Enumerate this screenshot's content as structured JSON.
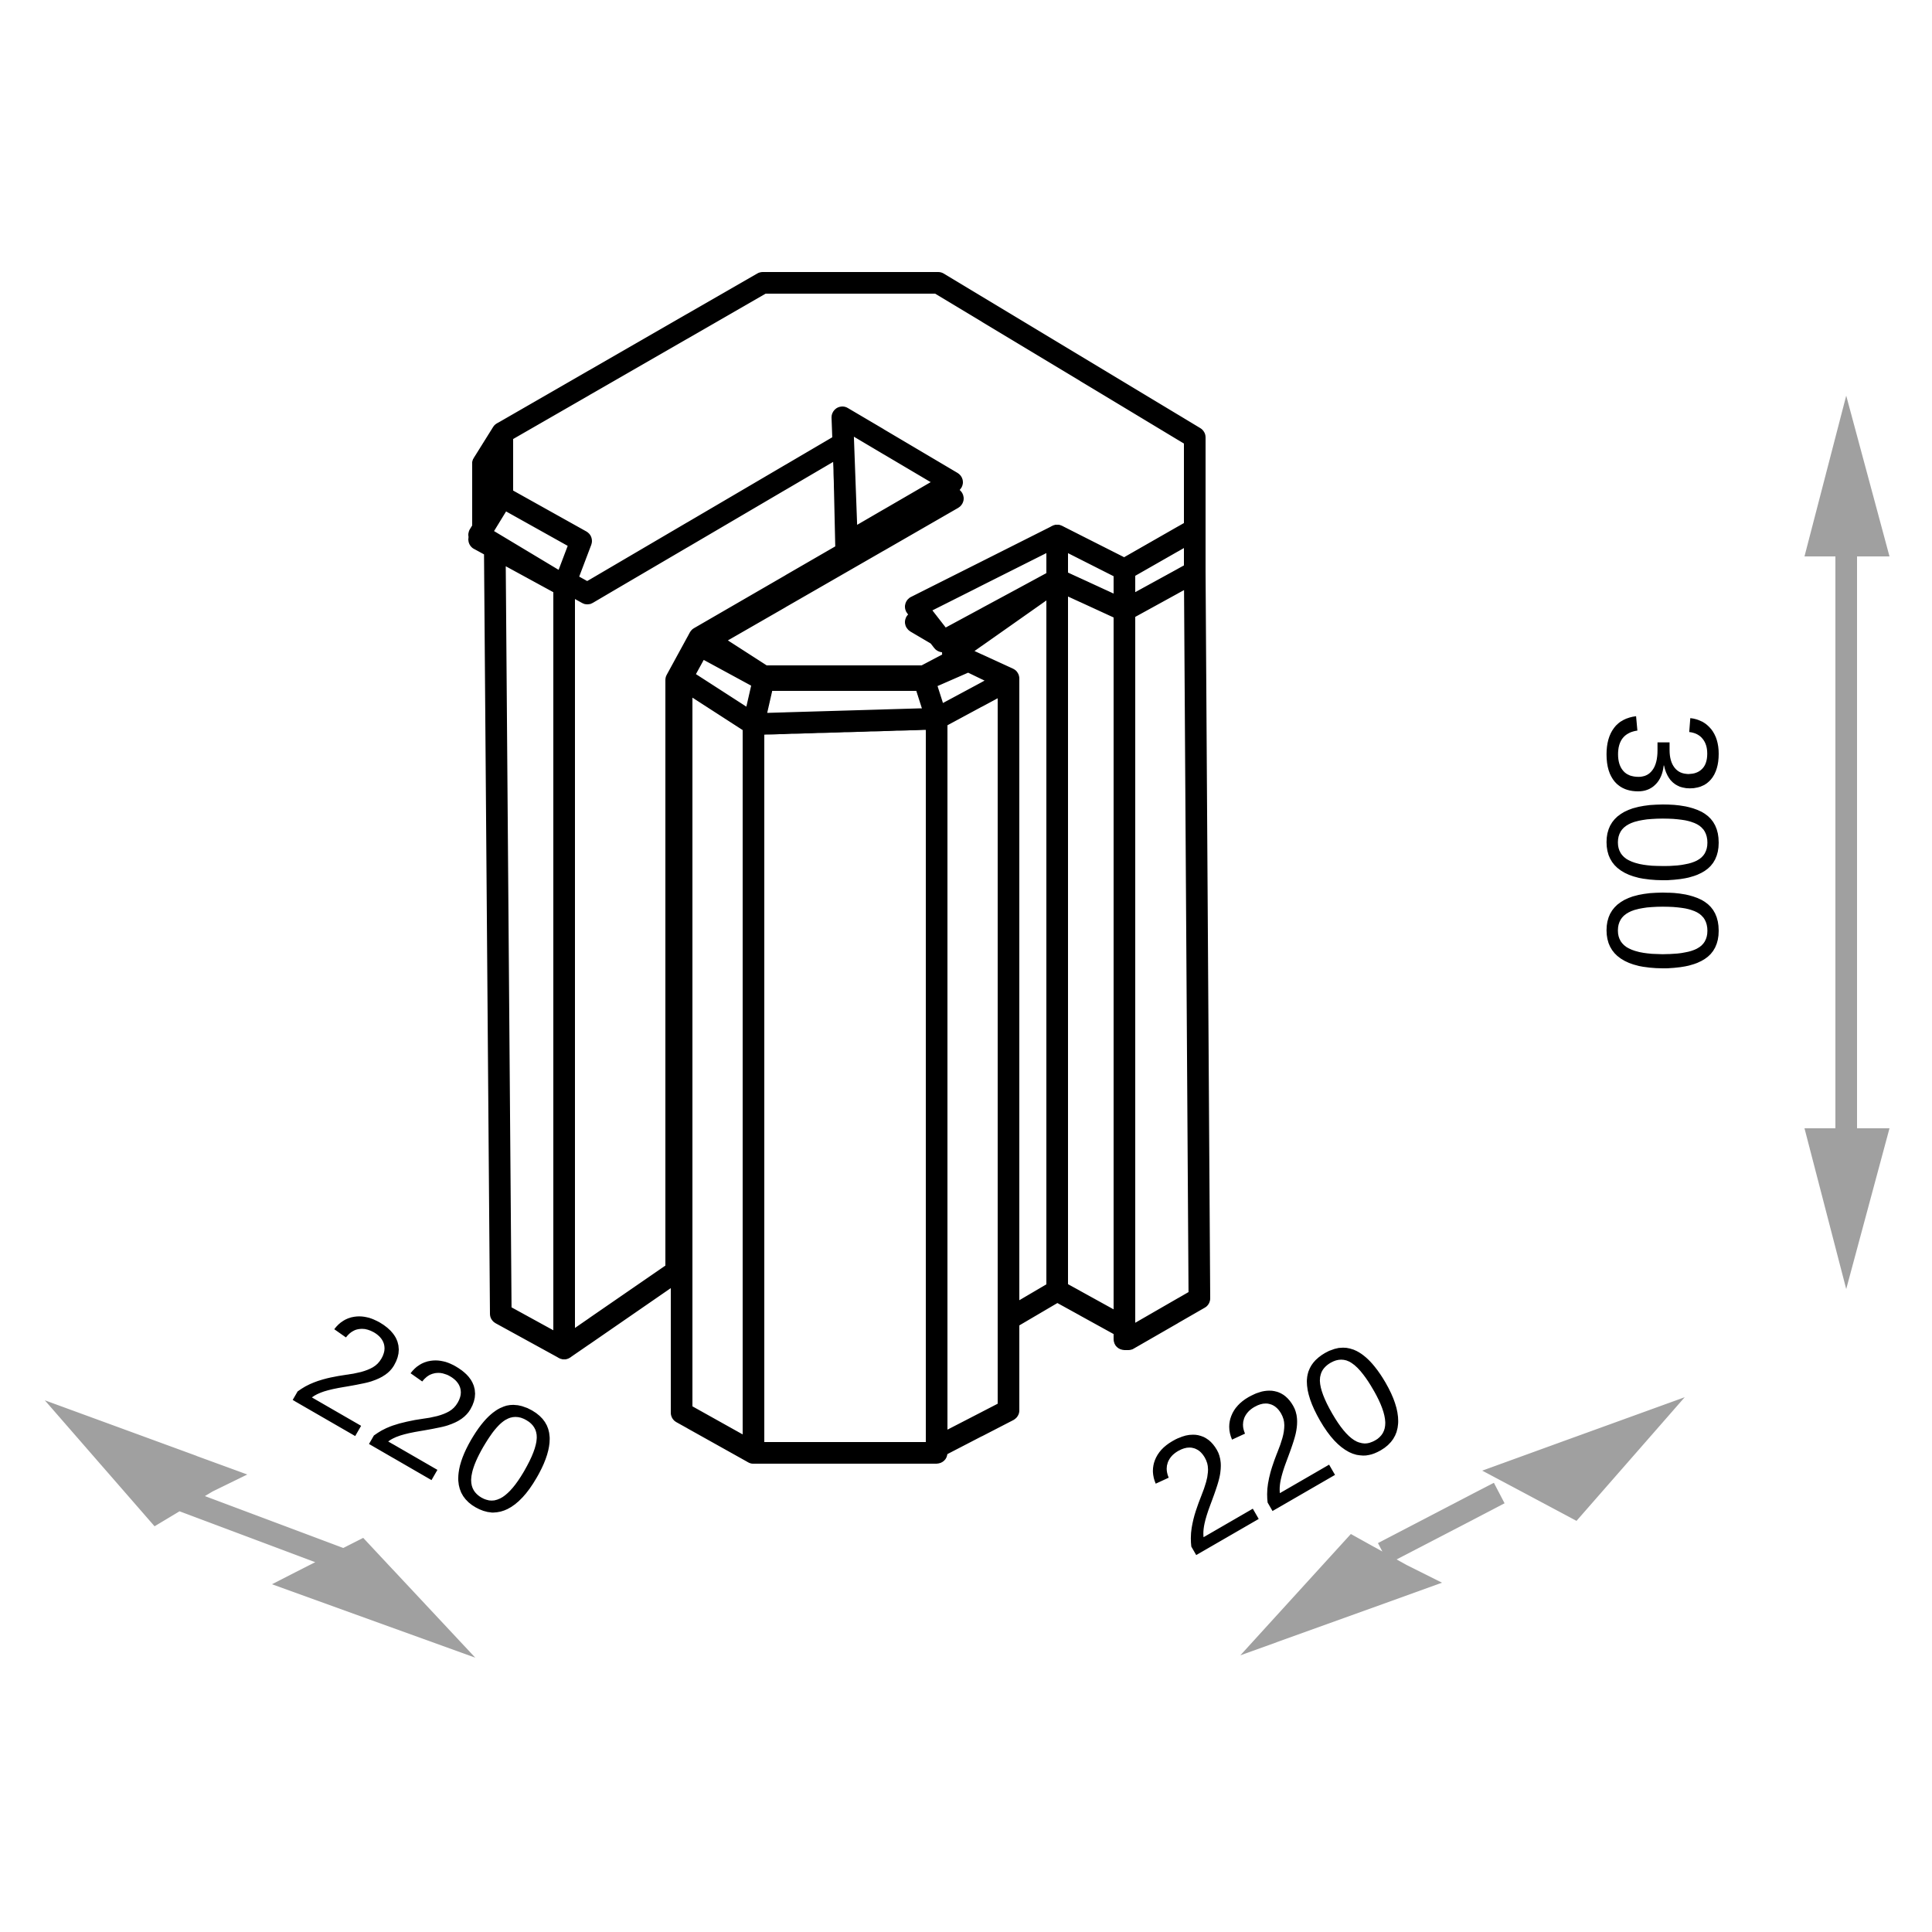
{
  "colors": {
    "outline": "#000000",
    "dimension_arrow": "#a0a0a0",
    "background": "#ffffff"
  },
  "dimensions": {
    "height_label": "300",
    "depth_label": "220",
    "width_label": "220"
  }
}
